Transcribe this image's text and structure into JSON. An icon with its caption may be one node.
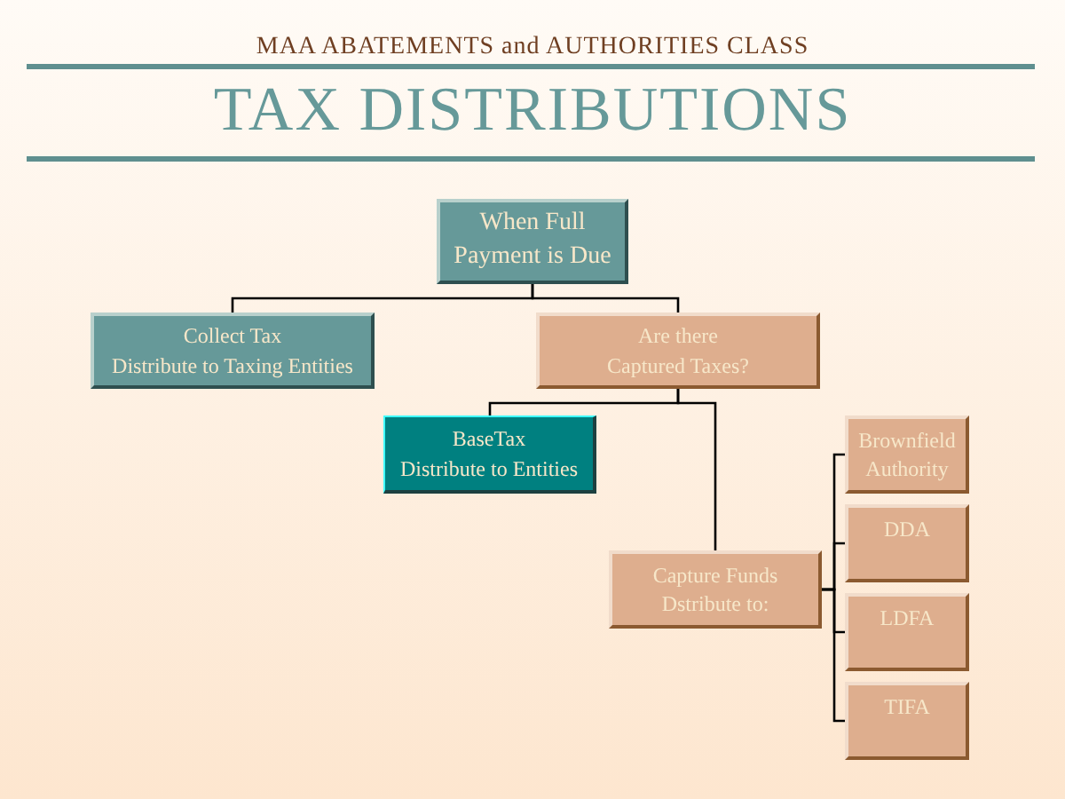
{
  "diagram": {
    "title": "TAX DISTRIBUTIONS",
    "nodes": [
      {
        "text": [
          "When Full Payment is Due"
        ]
      },
      {
        "text": [
          "Collect Tax",
          "Distribute to Taxing Entities"
        ]
      },
      {
        "text": [
          "Are there Captured Taxes?"
        ]
      },
      {
        "text": [
          "BaseTax",
          "Distribute to Entities"
        ]
      },
      {
        "text": [
          "Capture Funds",
          "Dstribute to:"
        ]
      },
      {
        "text": [
          "Brownfield Authority"
        ]
      },
      {
        "text": [
          "DDA"
        ]
      },
      {
        "text": [
          "LDFA"
        ]
      },
      {
        "text": [
          "TIFA"
        ]
      }
    ],
    "edges": [
      {
        "from": 0,
        "to": 1,
        "arrow": "none"
      },
      {
        "from": 0,
        "to": 2,
        "arrow": "none"
      },
      {
        "from": 2,
        "to": 3,
        "arrow": "none"
      },
      {
        "from": 2,
        "to": 4,
        "arrow": "none"
      },
      {
        "from": 4,
        "to": 5,
        "arrow": "none"
      },
      {
        "from": 4,
        "to": 6,
        "arrow": "none"
      },
      {
        "from": 4,
        "to": 7,
        "arrow": "none"
      },
      {
        "from": 4,
        "to": 8,
        "arrow": "none"
      }
    ],
    "labels": [
      "MAA ABATEMENTS and AUTHORITIES CLASS"
    ]
  }
}
